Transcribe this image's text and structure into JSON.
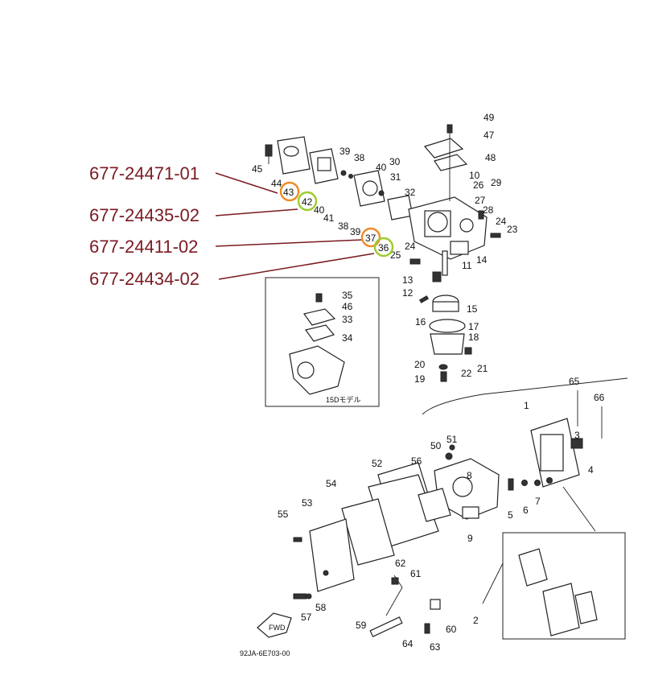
{
  "callouts": [
    {
      "part_number": "677-24471-01",
      "ref": "43",
      "ring_color": "#f08a24"
    },
    {
      "part_number": "677-24435-02",
      "ref": "42",
      "ring_color": "#9ccc2a"
    },
    {
      "part_number": "677-24411-02",
      "ref": "37",
      "ring_color": "#f08a24"
    },
    {
      "part_number": "677-24434-02",
      "ref": "36",
      "ring_color": "#9ccc2a"
    }
  ],
  "part_labels": [
    "49",
    "47",
    "48",
    "45",
    "44",
    "39",
    "38",
    "40",
    "30",
    "31",
    "10",
    "29",
    "26",
    "32",
    "27",
    "28",
    "24",
    "23",
    "41",
    "38",
    "39",
    "40",
    "24",
    "25",
    "13",
    "11",
    "14",
    "12",
    "15",
    "16",
    "17",
    "18",
    "20",
    "19",
    "22",
    "21",
    "35",
    "46",
    "33",
    "34",
    "65",
    "66",
    "1",
    "50",
    "51",
    "52",
    "56",
    "3",
    "4",
    "54",
    "53",
    "55",
    "5",
    "6",
    "7",
    "8",
    "9",
    "62",
    "61",
    "2",
    "57",
    "58",
    "59",
    "60",
    "64",
    "63"
  ],
  "inset_caption": "15Dモデル",
  "fwd_label": "FWD",
  "drawing_code": "92JA-6E703-00",
  "colors": {
    "part_number_text": "#7a1a22",
    "orange_ring": "#f08a24",
    "green_ring": "#9ccc2a"
  }
}
